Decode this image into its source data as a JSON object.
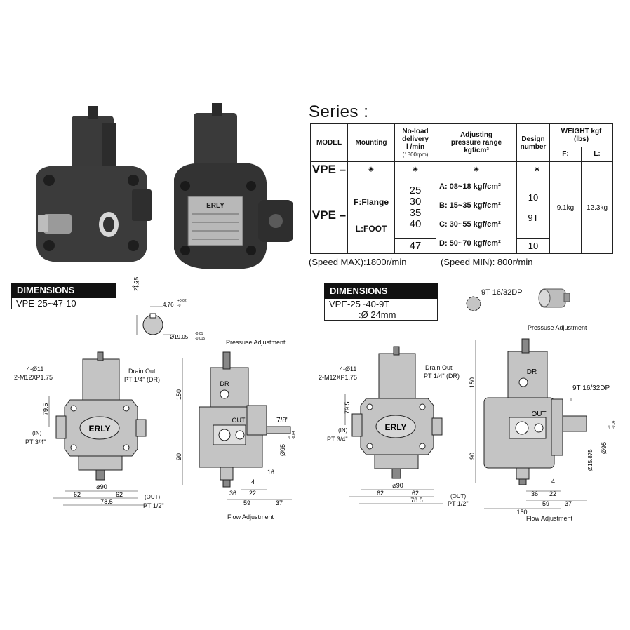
{
  "series": {
    "title": "Series :",
    "headers": {
      "model": "MODEL",
      "mounting": "Mounting",
      "delivery": [
        "No-load",
        "delivery",
        "l /min"
      ],
      "delivery_rpm": "(1800rpm)",
      "pressure": [
        "Adjusting",
        "pressure range",
        "kgf/cm²"
      ],
      "design": [
        "Design",
        "number"
      ],
      "weight": [
        "WEIGHT kgf",
        "(lbs)"
      ],
      "weight_f": "F:",
      "weight_l": "L:"
    },
    "row1": {
      "model": "VPE –",
      "mark": "⁕",
      "design_mark": "– ⁕"
    },
    "row2": {
      "model": "VPE –",
      "mounting": [
        "F:Flange",
        "L:FOOT"
      ],
      "delivery": [
        "25",
        "30",
        "35",
        "40",
        "47"
      ],
      "pressure": [
        "A: 08~18 kgf/cm²",
        "B: 15~35 kgf/cm²",
        "C: 30~55 kgf/cm²",
        "D: 50~70 kgf/cm²"
      ],
      "design": [
        "10",
        "9T",
        "10"
      ],
      "weight_f": "9.1kg",
      "weight_l": "12.3kg"
    },
    "speed_max": "(Speed MAX):1800r/min",
    "speed_min": "(Speed MIN): 800r/min"
  },
  "left_dims": {
    "header": "DIMENSIONS",
    "model": "VPE-25~47-10",
    "shaft_key": "4.76",
    "shaft_key_tol": [
      "+0.02",
      "-0"
    ],
    "shaft_height": "21.25",
    "shaft_height_tol": [
      "-0",
      "-0.15"
    ],
    "shaft_dia": "Ø19.05",
    "shaft_dia_tol": [
      "-0.01",
      "-0.015"
    ],
    "labels": {
      "holes": "4-Ø11",
      "thread": "2-M12XP1.75",
      "drain": "Drain Out",
      "drain_port": "PT 1/4\" (DR)",
      "in": "(IN)",
      "in_port": "PT 3/4\"",
      "out": "(OUT)",
      "out_port": "PT 1/2\"",
      "pressure_adj": "Pressuse Adjustment",
      "flow_adj": "Flow Adjustment",
      "dr": "DR",
      "out_label": "OUT",
      "brand": "ERLY"
    },
    "dims": {
      "h1": "79.5",
      "d90": "⌀90",
      "w62a": "62",
      "w62b": "62",
      "w785": "78.5",
      "h150": "150",
      "h90": "90",
      "d36": "36",
      "d22": "22",
      "d59": "59",
      "d37": "37",
      "d4": "4",
      "d16": "16",
      "d78": "7/8\"",
      "d95": "Ø95",
      "d95_tol": [
        "-0",
        "-0.04"
      ]
    }
  },
  "right_dims": {
    "header": "DIMENSIONS",
    "model": "VPE-25~40-9T",
    "shaft": ":Ø 24mm",
    "spline": "9T 16/32DP",
    "labels": {
      "holes": "4-Ø11",
      "thread": "2-M12XP1.75",
      "drain": "Drain Out",
      "drain_port": "PT 1/4\" (DR)",
      "in": "(IN)",
      "in_port": "PT 3/4\"",
      "out": "(OUT)",
      "out_port": "PT 1/2\"",
      "pressure_adj": "Pressuse Adjustment",
      "flow_adj": "Flow Adjustment",
      "dr": "DR",
      "out_label": "OUT",
      "brand": "ERLY",
      "spline2": "9T 16/32DP"
    },
    "dims": {
      "h1": "79.5",
      "d90": "⌀90",
      "w62a": "62",
      "w62b": "62",
      "w785": "78.5",
      "h150": "150",
      "h90": "90",
      "d36": "36",
      "d22": "22",
      "d59": "59",
      "d37": "37",
      "d4": "4",
      "d150": "150",
      "d15875": "Ø15.875",
      "d95": "Ø95",
      "d95_tol": [
        "-0",
        "-0.04"
      ]
    }
  },
  "photo_plate": {
    "brand": "ERLY"
  }
}
